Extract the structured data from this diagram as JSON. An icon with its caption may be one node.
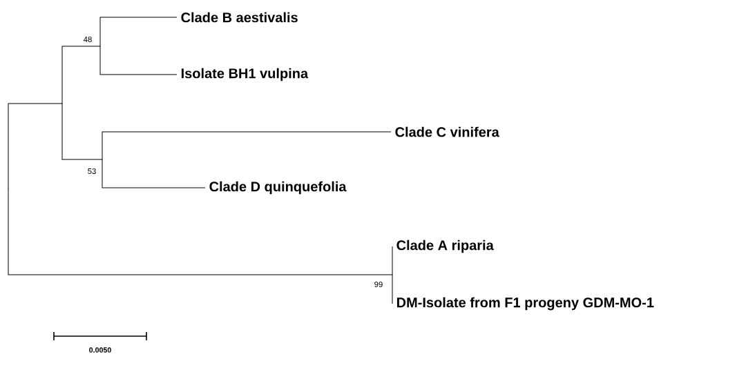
{
  "diagram": {
    "nodes": [
      {
        "text": [],
        "shape": "point"
      },
      {
        "text": [],
        "shape": "point"
      },
      {
        "text": [],
        "shape": "point",
        "beside": [
          "48"
        ]
      },
      {
        "text": [
          "Clade B aestivalis"
        ]
      },
      {
        "text": [
          "Isolate BH1 vulpina"
        ]
      },
      {
        "text": [],
        "shape": "point",
        "beside": [
          "53"
        ]
      },
      {
        "text": [
          "Clade C vinifera"
        ]
      },
      {
        "text": [
          "Clade D quinquefolia"
        ]
      },
      {
        "text": [],
        "shape": "point",
        "beside": [
          "99"
        ]
      },
      {
        "text": [
          "Clade A riparia"
        ]
      },
      {
        "text": [
          "DM-Isolate from F1 progeny GDM-MO-1"
        ]
      }
    ],
    "edges": [
      {
        "from": 0,
        "to": 1,
        "arrow": "none"
      },
      {
        "from": 0,
        "to": 8,
        "arrow": "none"
      },
      {
        "from": 1,
        "to": 2,
        "arrow": "none"
      },
      {
        "from": 1,
        "to": 5,
        "arrow": "none"
      },
      {
        "from": 2,
        "to": 3,
        "arrow": "none"
      },
      {
        "from": 2,
        "to": 4,
        "arrow": "none"
      },
      {
        "from": 5,
        "to": 6,
        "arrow": "none"
      },
      {
        "from": 5,
        "to": 7,
        "arrow": "none"
      },
      {
        "from": 8,
        "to": 9,
        "arrow": "none"
      },
      {
        "from": 8,
        "to": 10,
        "arrow": "none"
      }
    ],
    "labels": [
      "0.0050"
    ]
  }
}
